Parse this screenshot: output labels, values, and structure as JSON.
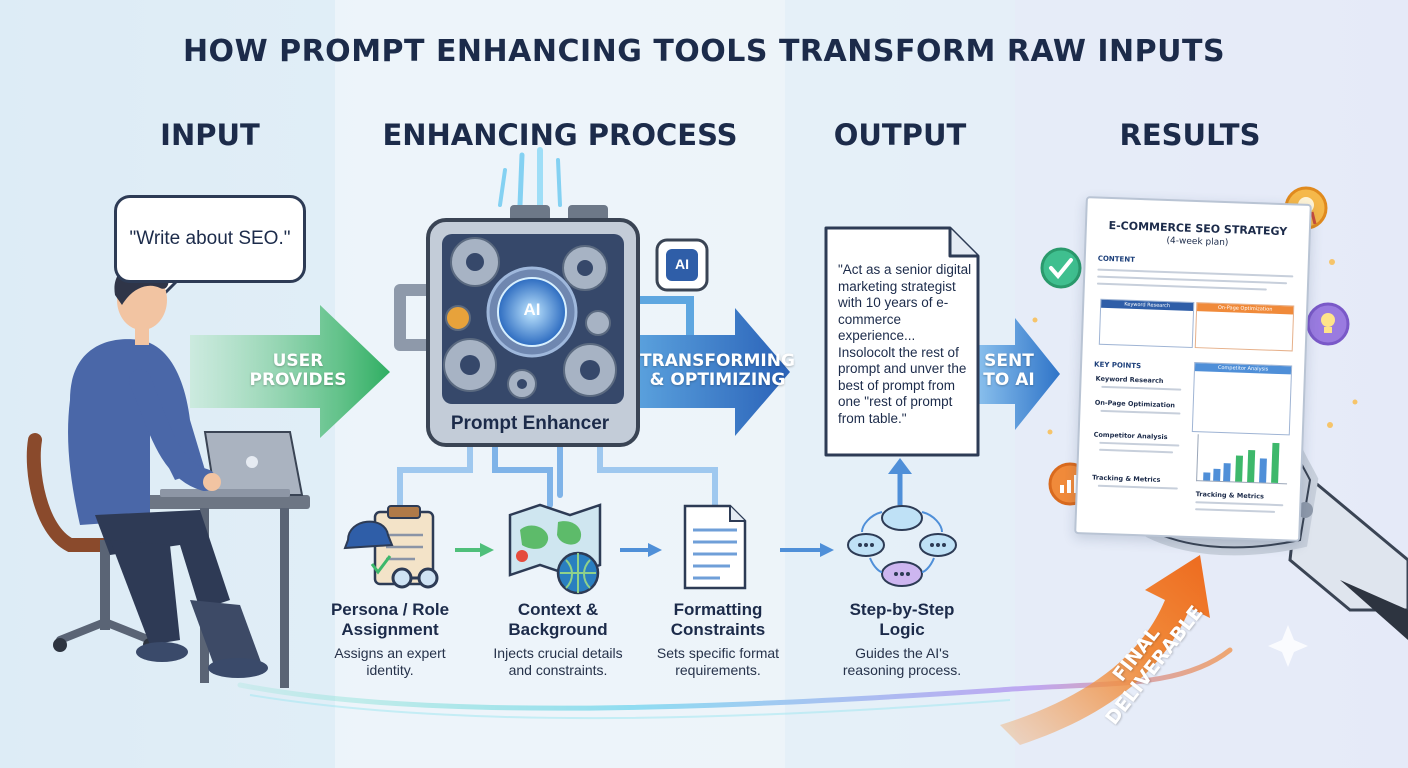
{
  "title": "HOW PROMPT ENHANCING TOOLS TRANSFORM RAW INPUTS",
  "columns": {
    "input": "INPUT",
    "process": "ENHANCING PROCESS",
    "output": "OUTPUT",
    "results": "RESULTS"
  },
  "input": {
    "bubble_text": "\"Write about SEO.\"",
    "arrow_label_line1": "USER",
    "arrow_label_line2": "PROVIDES"
  },
  "machine": {
    "label": "Prompt Enhancer",
    "chip_label": "AI",
    "side_chip_label": "AI"
  },
  "transform_arrow": {
    "line1": "TRANSFORMING",
    "line2": "& OPTIMIZING"
  },
  "output": {
    "document_text": "\"Act as a senior digital marketing strategist with 10 years of e-commerce experience... Insolocolt the rest of prompt and unver the best of prompt from one \"rest of prompt from table.\"",
    "arrow_label_line1": "SENT",
    "arrow_label_line2": "TO AI"
  },
  "steps": [
    {
      "title_line1": "Persona / Role",
      "title_line2": "Assignment",
      "desc_line1": "Assigns an expert",
      "desc_line2": "identity.",
      "icon": "persona-icon"
    },
    {
      "title_line1": "Context &",
      "title_line2": "Background",
      "desc_line1": "Injects crucial details",
      "desc_line2": "and constraints.",
      "icon": "map-globe-icon"
    },
    {
      "title_line1": "Formatting",
      "title_line2": "Constraints",
      "desc_line1": "Sets specific format",
      "desc_line2": "requirements.",
      "icon": "document-icon"
    },
    {
      "title_line1": "Step-by-Step",
      "title_line2": "Logic",
      "desc_line1": "Guides the AI's",
      "desc_line2": "reasoning process.",
      "icon": "thought-network-icon"
    }
  ],
  "results": {
    "report_title": "E-COMMERCE SEO STRATEGY",
    "report_subtitle": "(4-week plan)",
    "section_content": "CONTENT",
    "section_key_points": "KEY POINTS",
    "items": [
      "Keyword Research",
      "On-Page Optimization",
      "Competitor Analysis",
      "Tracking & Metrics"
    ],
    "side_item": "Tracking & Metrics",
    "table_head_1": "Keyword Research",
    "table_head_2": "On-Page Optimization",
    "table_head_3": "Competitor Analysis",
    "final_arrow_line1": "FINAL",
    "final_arrow_line2": "DELIVERABLE"
  },
  "colors": {
    "green_arrow": "#3db86b",
    "blue_arrow": "#2f6fc0",
    "orange_arrow": "#f07a2a",
    "text_dark": "#1c2b4a"
  }
}
